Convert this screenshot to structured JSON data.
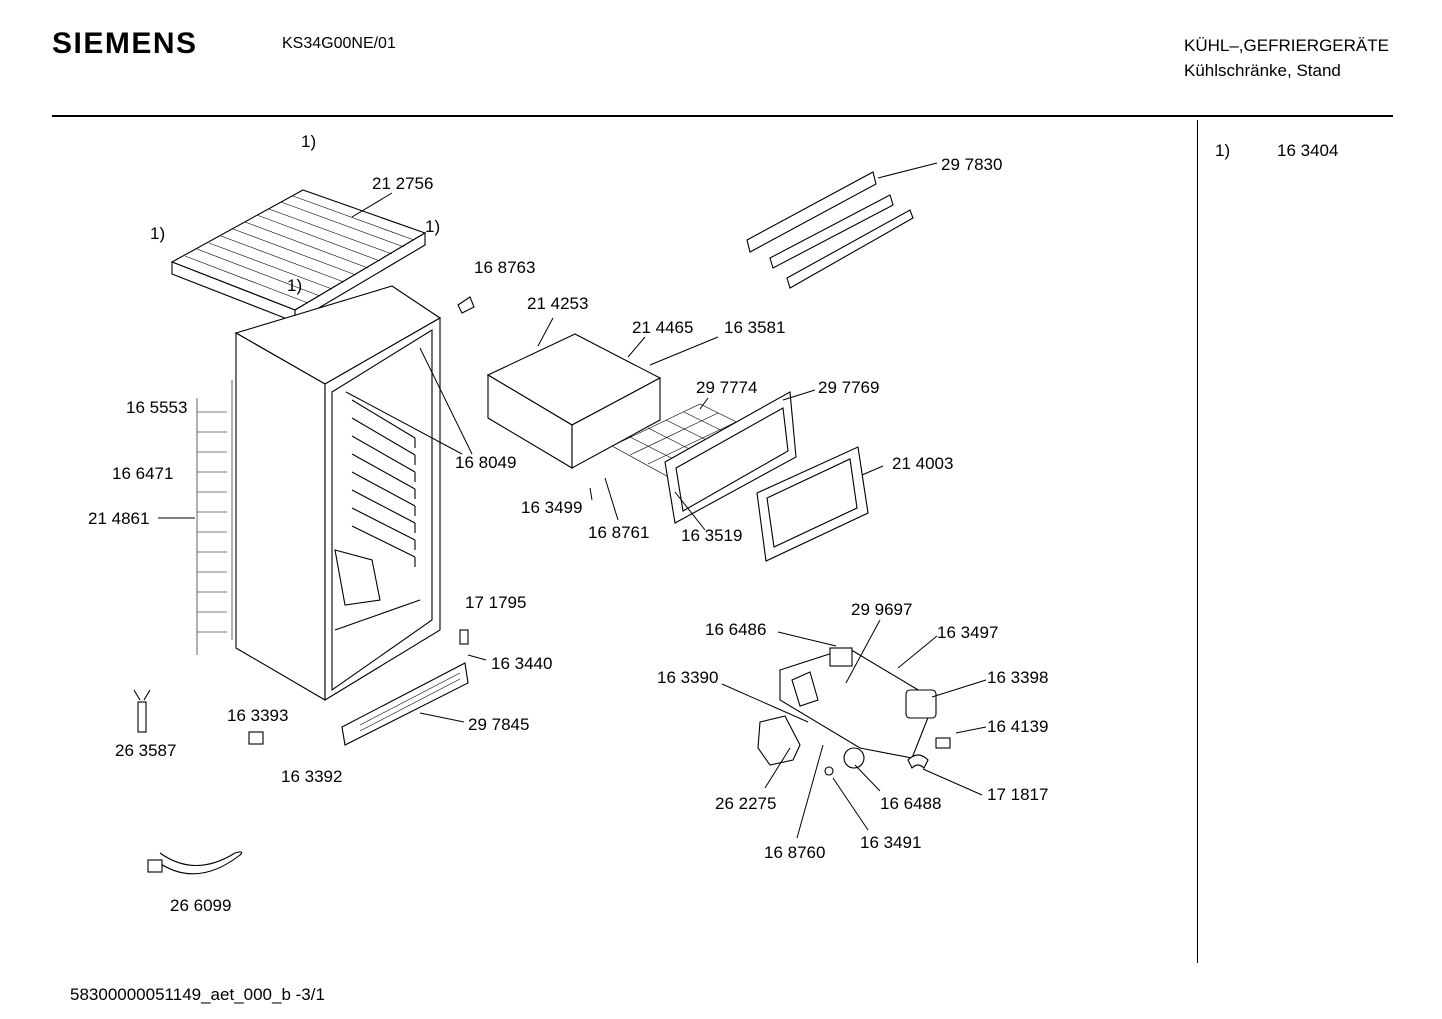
{
  "header": {
    "brand": "SIEMENS",
    "model": "KS34G00NE/01",
    "category_line1": "KÜHL–,GEFRIERGERÄTE",
    "category_line2": "Kühlschränke, Stand"
  },
  "footnotes": [
    {
      "key": "1)",
      "part": "16 3404"
    }
  ],
  "footer": {
    "document_id": "58300000051149_aet_000_b  -3/1"
  },
  "callouts": {
    "fn_top": "1)",
    "fn_left": "1)",
    "fn_right": "1)",
    "fn_center": "1)",
    "p212756": "21 2756",
    "p168763": "16 8763",
    "p165553": "16 5553",
    "p166471": "16 6471",
    "p214861": "21 4861",
    "p168049": "16 8049",
    "p214253": "21 4253",
    "p214465": "21 4465",
    "p163581": "16 3581",
    "p297830": "29 7830",
    "p297774": "29 7774",
    "p297769": "29 7769",
    "p214003": "21 4003",
    "p163499": "16 3499",
    "p168761": "16 8761",
    "p163519": "16 3519",
    "p171795": "17 1795",
    "p163440": "16 3440",
    "p163393": "16 3393",
    "p297845": "29 7845",
    "p263587": "26 3587",
    "p163392": "16 3392",
    "p266099": "26 6099",
    "p299697": "29 9697",
    "p166486": "16 6486",
    "p163497": "16 3497",
    "p163390": "16 3390",
    "p163398": "16 3398",
    "p164139": "16 4139",
    "p171817": "17 1817",
    "p262275": "26 2275",
    "p166488": "16 6488",
    "p168760": "16 8760",
    "p163491": "16 3491"
  }
}
